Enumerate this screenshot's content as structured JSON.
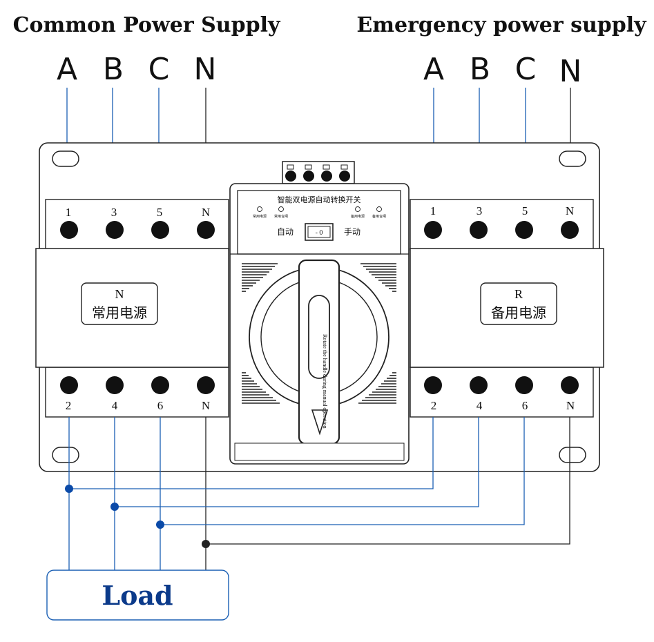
{
  "headers": {
    "common": "Common Power Supply",
    "emergency": "Emergency power supply"
  },
  "phases": {
    "left": [
      "A",
      "B",
      "C",
      "N"
    ],
    "right": [
      "A",
      "B",
      "C",
      "N"
    ]
  },
  "terminals": {
    "top": [
      "1",
      "3",
      "5",
      "N"
    ],
    "bottom": [
      "2",
      "4",
      "6",
      "N"
    ]
  },
  "left_module": {
    "line1": "N",
    "line2": "常用电源"
  },
  "right_module": {
    "line1": "R",
    "line2": "备用电源"
  },
  "control_panel": {
    "title": "智能双电源自动转换开关",
    "indicators": [
      "常用电源",
      "常用合闸",
      "备用电源",
      "备用合闸"
    ],
    "auto_label": "自动",
    "manual_label": "手动",
    "switch_text": "- 0",
    "handle_text": "Rotate the handle during manual operation"
  },
  "load": {
    "label": "Load"
  },
  "colors": {
    "wire_blue": "#1a5fb4",
    "wire_black": "#222222",
    "node_blue": "#0b4aa8",
    "load_text": "#0b3a8a"
  }
}
